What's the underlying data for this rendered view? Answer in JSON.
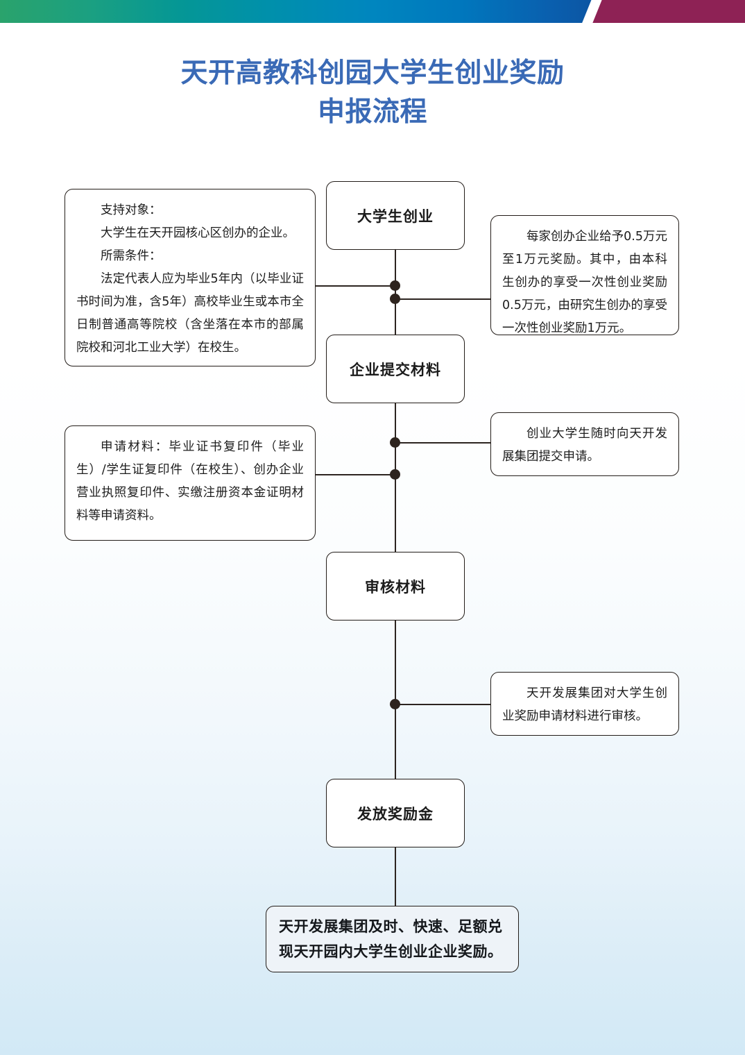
{
  "header": {
    "gradient_left": "#2aa36c",
    "gradient_mid": "#0086bf",
    "gradient_right": "#0b3a80",
    "accent_block": "#8e2255",
    "slash": "#ffffff"
  },
  "title": {
    "color": "#3a6ab6",
    "line1": "天开高教科创园大学生创业奖励",
    "line2": "申报流程"
  },
  "flow": {
    "node_color": "#ffffff",
    "line_color": "#2c2420",
    "nodes": [
      {
        "id": "node-1",
        "label": "大学生创业"
      },
      {
        "id": "node-2",
        "label": "企业提交材料"
      },
      {
        "id": "node-3",
        "label": "审核材料"
      },
      {
        "id": "node-4",
        "label": "发放奖励金"
      }
    ],
    "callouts": {
      "support_target": {
        "line1": "支持对象：",
        "line2": "大学生在天开园核心区创办的企业。",
        "line3": "所需条件：",
        "line4": "法定代表人应为毕业5年内（以毕业证书时间为准，含5年）高校毕业生或本市全日制普通高等院校（含坐落在本市的部属院校和河北工业大学）在校生。"
      },
      "award_amount": {
        "text": "每家创办企业给予0.5万元至1万元奖励。其中，由本科生创办的享受一次性创业奖励0.5万元，由研究生创办的享受一次性创业奖励1万元。"
      },
      "application_materials": {
        "text": "申请材料：毕业证书复印件（毕业生）/学生证复印件（在校生）、创办企业营业执照复印件、实缴注册资本金证明材料等申请资料。"
      },
      "submit_anytime": {
        "text": "创业大学生随时向天开发展集团提交申请。"
      },
      "review_by_group": {
        "text": "天开发展集团对大学生创业奖励申请材料进行审核。"
      }
    },
    "final": {
      "background": "#eef3f8",
      "line1": "天开发展集团及时、快速、足额兑",
      "line2": "现天开园内大学生创业企业奖励。"
    }
  }
}
